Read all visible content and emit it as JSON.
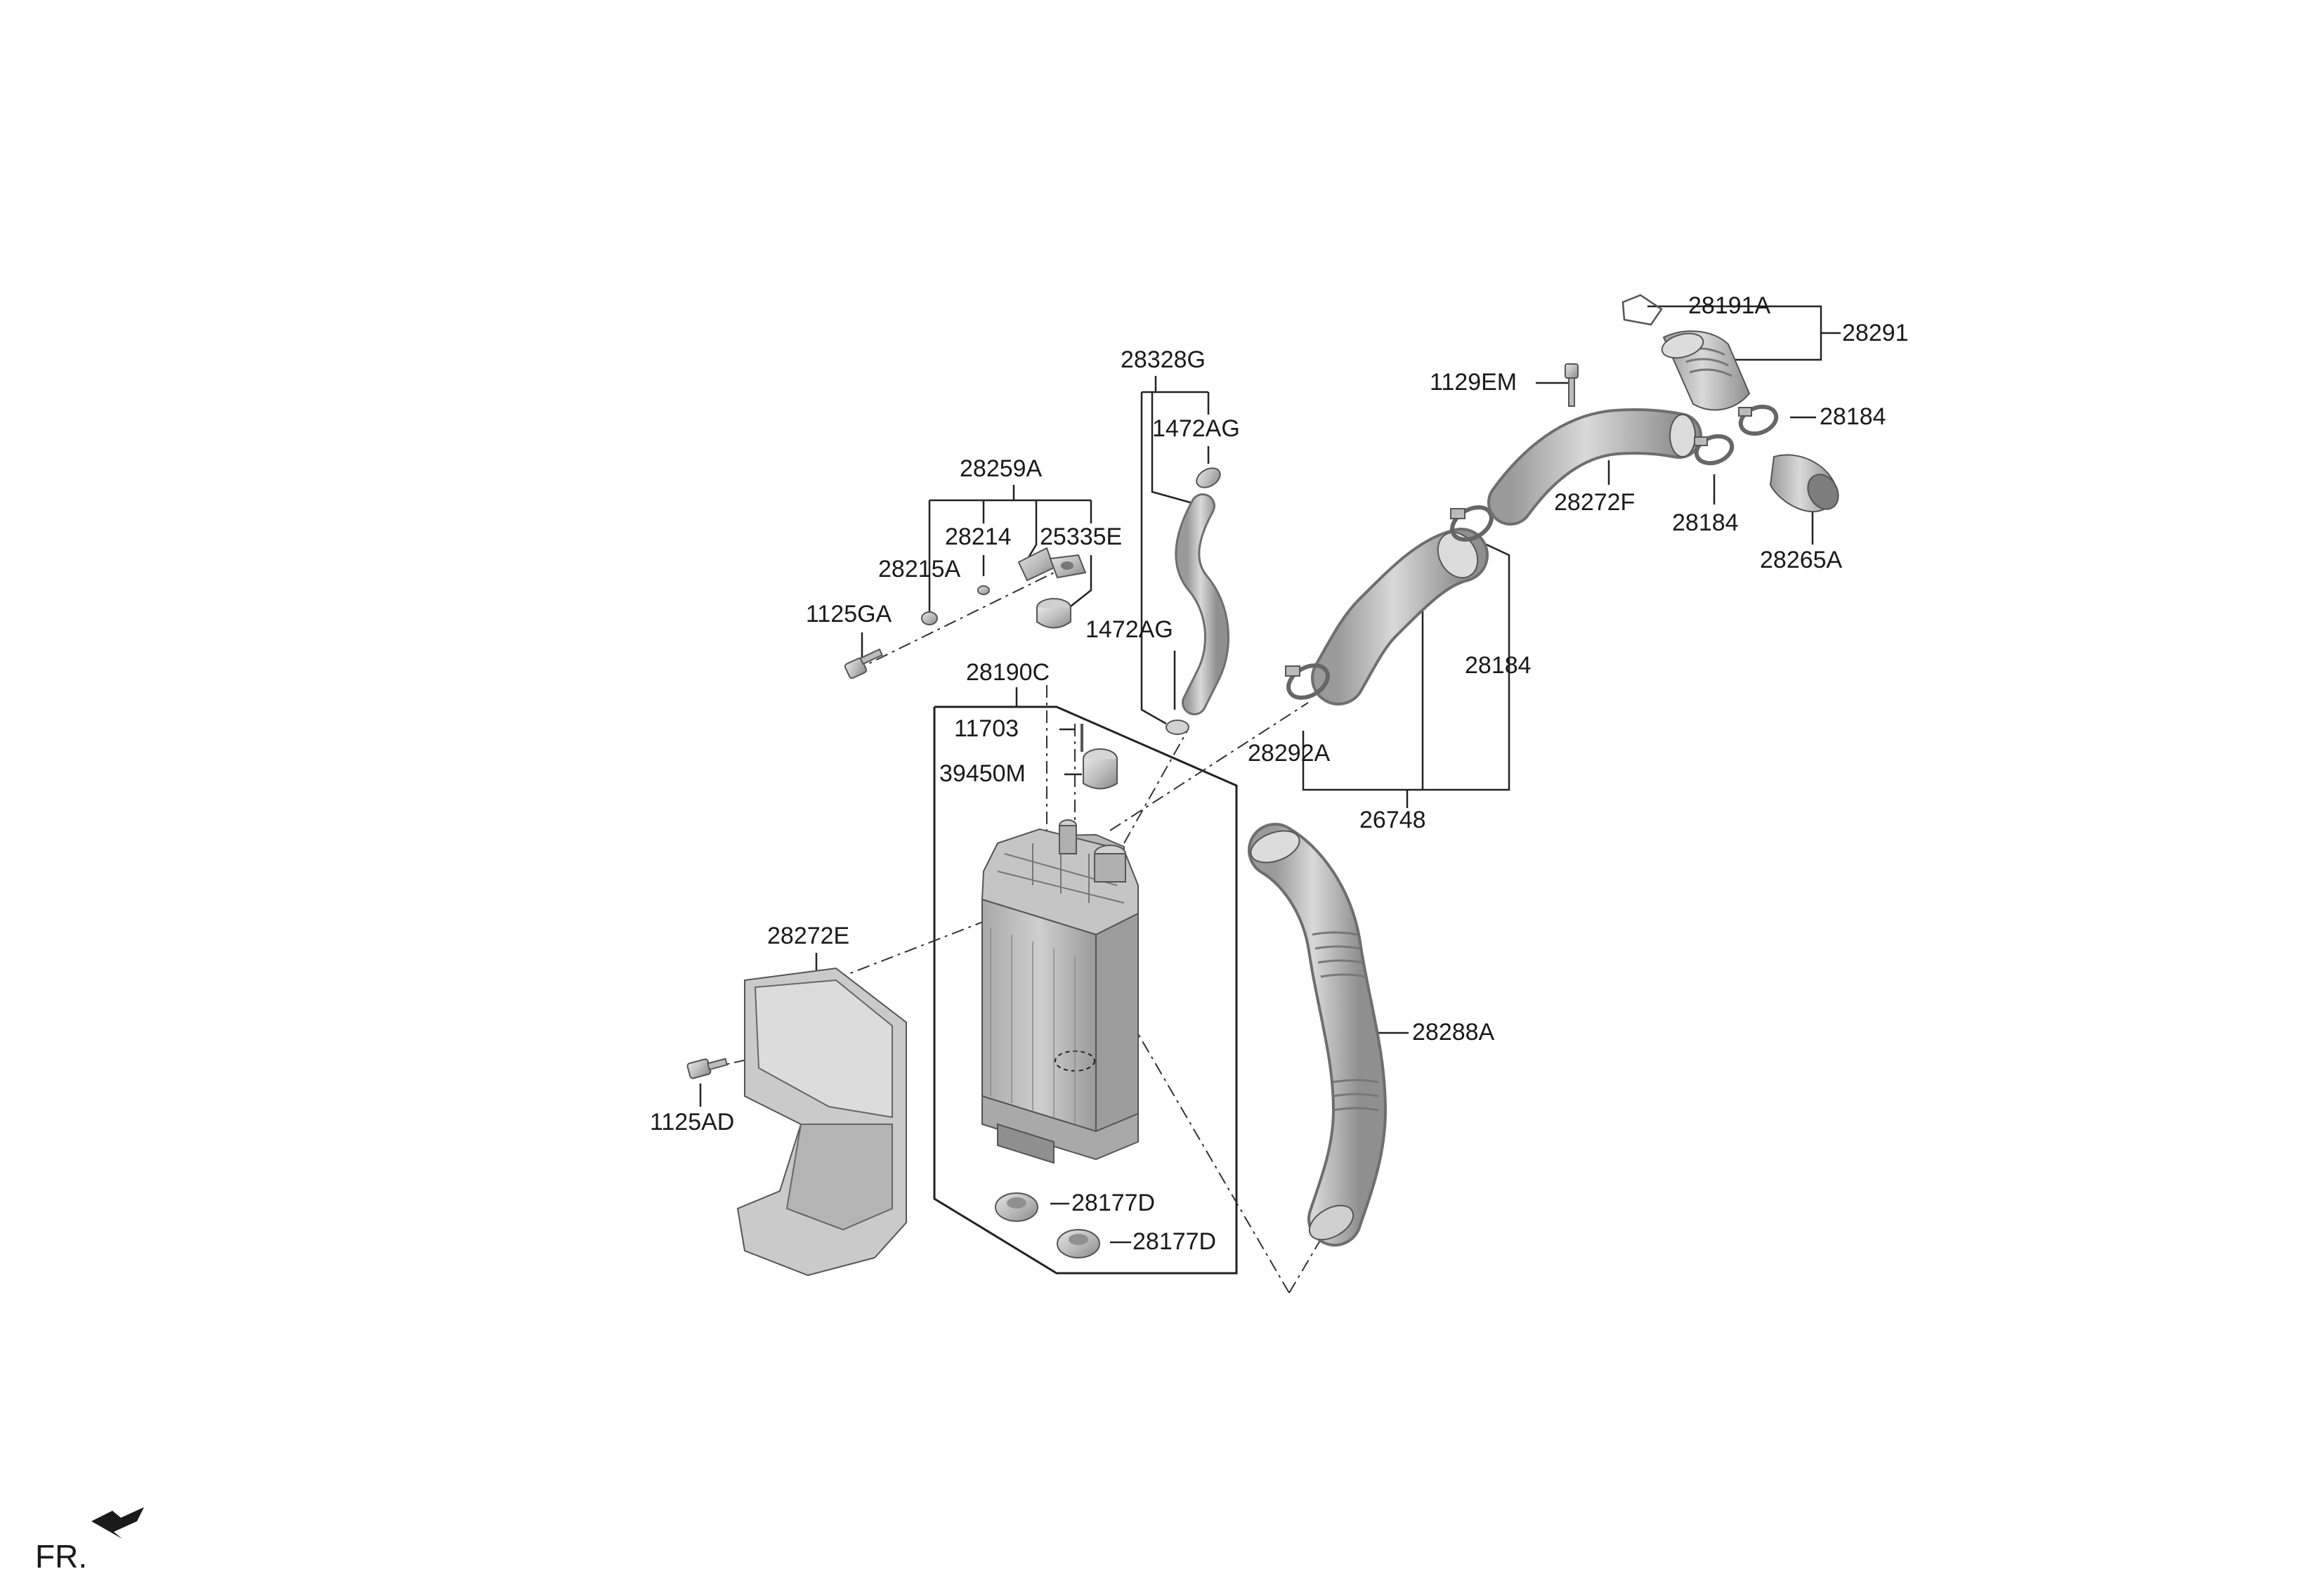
{
  "diagram": {
    "part_labels": {
      "p28328G": "28328G",
      "p1472AG_top": "1472AG",
      "p28259A": "28259A",
      "p28214": "28214",
      "p25335E": "25335E",
      "p28215A": "28215A",
      "p1125GA": "1125GA",
      "p1472AG_mid": "1472AG",
      "p28190C": "28190C",
      "p11703": "11703",
      "p39450M": "39450M",
      "p28272E": "28272E",
      "p1125AD": "1125AD",
      "p28177D_a": "28177D",
      "p28177D_b": "28177D",
      "p28288A": "28288A",
      "p28292A": "28292A",
      "p26748": "26748",
      "p28184_mid": "28184",
      "p1129EM": "1129EM",
      "p28272F": "28272F",
      "p28191A": "28191A",
      "p28291": "28291",
      "p28184_top": "28184",
      "p28184_low": "28184",
      "p28265A": "28265A"
    },
    "orientation_marker": "FR."
  },
  "colors": {
    "part_fill": "#c8c8c8",
    "part_dark": "#8c8c8c",
    "outline": "#555555",
    "leader": "#222222"
  }
}
